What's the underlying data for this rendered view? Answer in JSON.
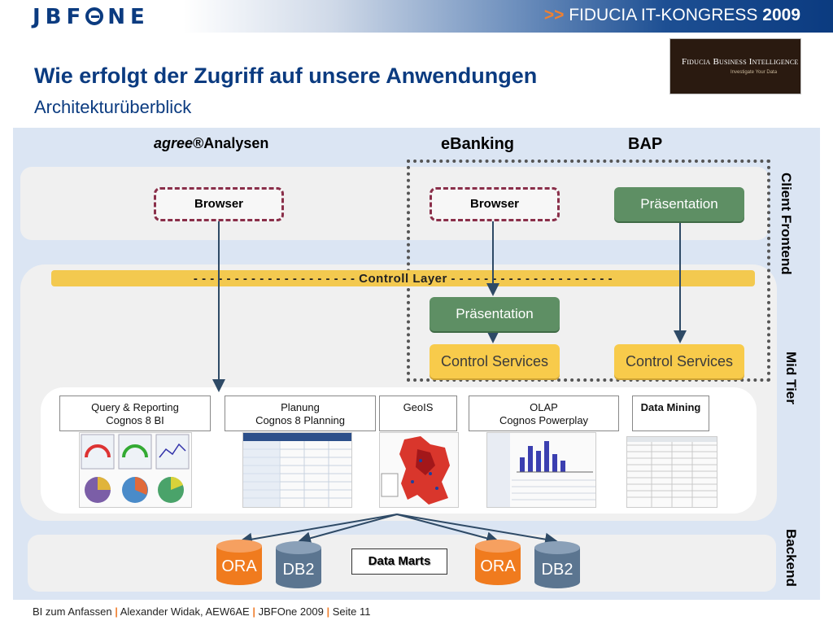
{
  "header": {
    "logo": "JBFONE",
    "congress_arrows": ">>",
    "congress_text": "FIDUCIA IT-KONGRESS",
    "congress_year": "2009",
    "title": "Wie erfolgt der Zugriff auf unsere Anwendungen",
    "subtitle": "Architekturüberblick",
    "fbi_logo_main": "Fiducia Business Intelligence",
    "fbi_logo_sub": "Investigate Your Data"
  },
  "diagram": {
    "sections": {
      "agree_italic": "agree",
      "agree_rest": "®Analysen",
      "ebanking": "eBanking",
      "bap": "BAP"
    },
    "tiers": {
      "client": "Client Frontend",
      "mid": "Mid Tier",
      "backend": "Backend"
    },
    "browser_1": "Browser",
    "browser_2": "Browser",
    "praesentation_bap": "Präsentation",
    "praesentation_ebanking": "Präsentation",
    "control_services_1": "Control Services",
    "control_services_2": "Control Services",
    "control_layer": "- - - - - - - - - - - - - - - - - - - - Controll Layer - - - - - - - - - - - - - - - - - - - -",
    "tools": [
      {
        "line1": "Query & Reporting",
        "line2": "Cognos 8 BI"
      },
      {
        "line1": "Planung",
        "line2": "Cognos 8 Planning"
      },
      {
        "line1": "GeoIS",
        "line2": ""
      },
      {
        "line1": "OLAP",
        "line2": "Cognos Powerplay"
      },
      {
        "line1": "Data Mining",
        "line2": ""
      }
    ],
    "backend": {
      "ora_1": "ORA",
      "db2_1": "DB2",
      "ora_2": "ORA",
      "db2_2": "DB2",
      "data_marts": "Data Marts"
    }
  },
  "colors": {
    "brand_blue": "#0b3b80",
    "green_box": "#5e8f64",
    "yellow_box": "#f8cb4b",
    "orange_db": "#f07b1e",
    "blue_db": "#5b7590",
    "browser_border": "#8a2f4a"
  },
  "footer": {
    "part1": "BI zum Anfassen",
    "part2": "Alexander Widak, AEW6AE",
    "part3": "JBFOne 2009",
    "part4": "Seite 11",
    "separator": "|"
  }
}
